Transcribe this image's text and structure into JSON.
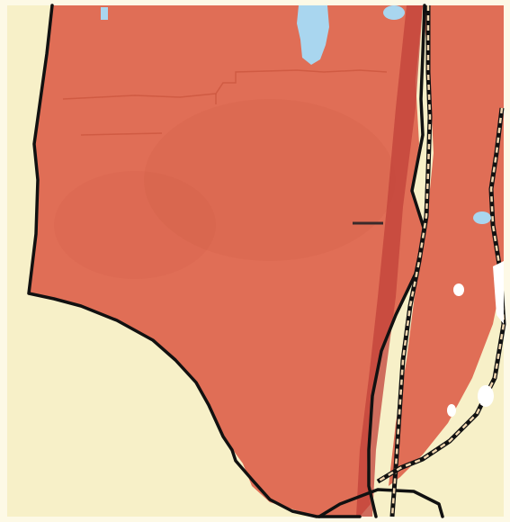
{
  "map": {
    "colors": {
      "background": "#fdf9e6",
      "outside_land": "#f7f0c8",
      "zone_fill": "#e06e56",
      "zone_fill_dark": "#c9523c",
      "road_corridor": "#c2413a",
      "boundary": "#111111",
      "rail_light": "#f2d7b0",
      "water": "#a9d6ef",
      "white_patch": "#ffffff"
    },
    "layers": [
      "zone-polygon",
      "outer-boundary-line",
      "road-corridor",
      "railway-line",
      "water-bodies"
    ]
  }
}
